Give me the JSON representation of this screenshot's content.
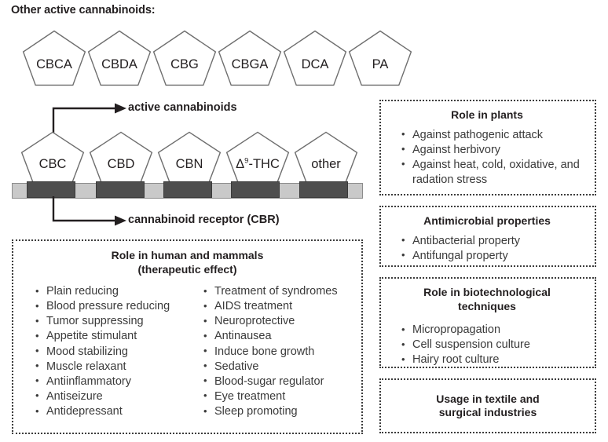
{
  "heading": "Other active cannabinoids:",
  "top_pentagons": [
    {
      "label": "CBCA"
    },
    {
      "label": "CBDA"
    },
    {
      "label": "CBG"
    },
    {
      "label": "CBGA"
    },
    {
      "label": "DCA"
    },
    {
      "label": "PA"
    }
  ],
  "bottom_pentagons": [
    {
      "label": "CBC",
      "html": "CBC"
    },
    {
      "label": "CBD",
      "html": "CBD"
    },
    {
      "label": "CBN",
      "html": "CBN"
    },
    {
      "label": "Δ9-THC",
      "html": "&#916;<sup>9</sup>-THC"
    },
    {
      "label": "other",
      "html": "other"
    }
  ],
  "callouts": {
    "active_cannabinoids": "active cannabinoids",
    "cannabinoid_receptor": "cannabinoid receptor (CBR)"
  },
  "colors": {
    "membrane_bar": "#c9c9c9",
    "receptor": "#4e4e4e",
    "outline": "#6e6e6e",
    "text": "#231f20",
    "box_border": "#3c3c3c"
  },
  "boxes": {
    "human": {
      "title_line1": "Role in human and mammals",
      "title_line2": "(therapeutic effect)",
      "column_a": [
        "Plain reducing",
        "Blood pressure reducing",
        "Tumor suppressing",
        "Appetite stimulant",
        "Mood stabilizing",
        "Muscle relaxant",
        "Antiinflammatory",
        "Antiseizure",
        "Antidepressant"
      ],
      "column_b": [
        "Treatment of syndromes",
        "AIDS treatment",
        "Neuroprotective",
        "Antinausea",
        "Induce bone growth",
        "Sedative",
        "Blood-sugar regulator",
        "Eye treatment",
        "Sleep promoting"
      ]
    },
    "plants": {
      "title": "Role in plants",
      "items": [
        "Against pathogenic attack",
        "Against herbivory",
        "Against heat, cold, oxidative, and radation stress"
      ]
    },
    "antimicrobial": {
      "title": "Antimicrobial properties",
      "items": [
        "Antibacterial property",
        "Antifungal property"
      ]
    },
    "biotech": {
      "title_line1": "Role in biotechnological",
      "title_line2": "techniques",
      "items": [
        "Micropropagation",
        "Cell suspension culture",
        "Hairy root culture"
      ]
    },
    "usage": {
      "title_line1": "Usage in textile and",
      "title_line2": "surgical industries"
    }
  }
}
